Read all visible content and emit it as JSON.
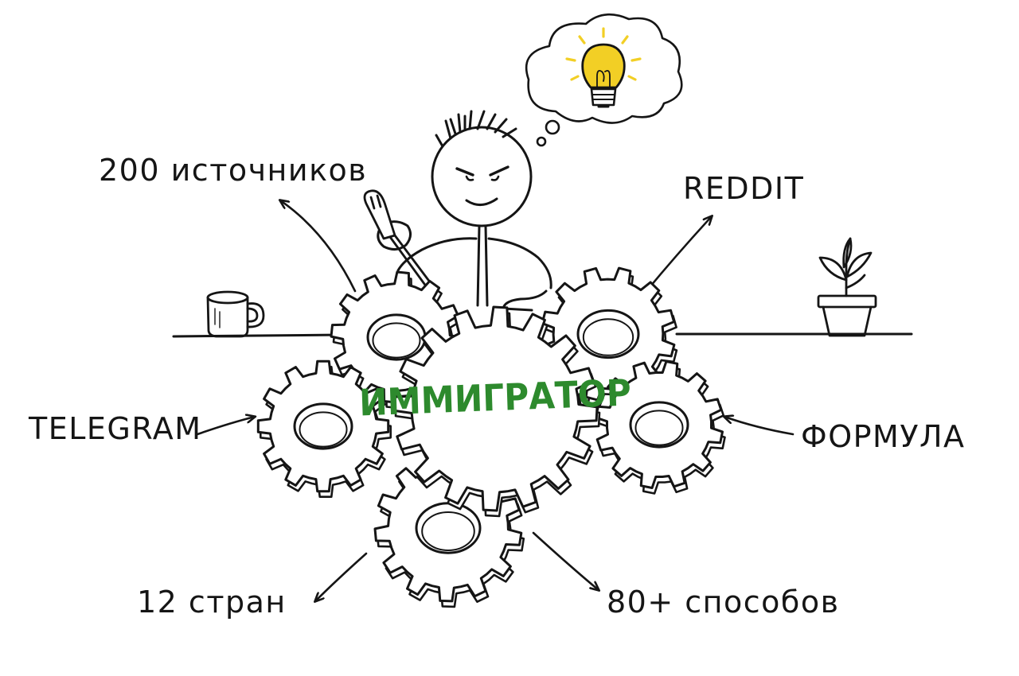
{
  "center": {
    "label": "ИММИГРАТОР",
    "color": "#2d8a2d"
  },
  "labels": {
    "sources": "200 источников",
    "reddit": "REDDIT",
    "telegram": "TELEGRAM",
    "formula": "ФОРМУЛА",
    "countries": "12 стран",
    "methods": "80+ способов"
  },
  "colors": {
    "ink": "#151515",
    "bulb": "#f2cf25"
  },
  "icons": [
    "lightbulb-icon",
    "gear-icon",
    "coffee-mug-icon",
    "plant-pot-icon",
    "screwdriver-icon"
  ]
}
